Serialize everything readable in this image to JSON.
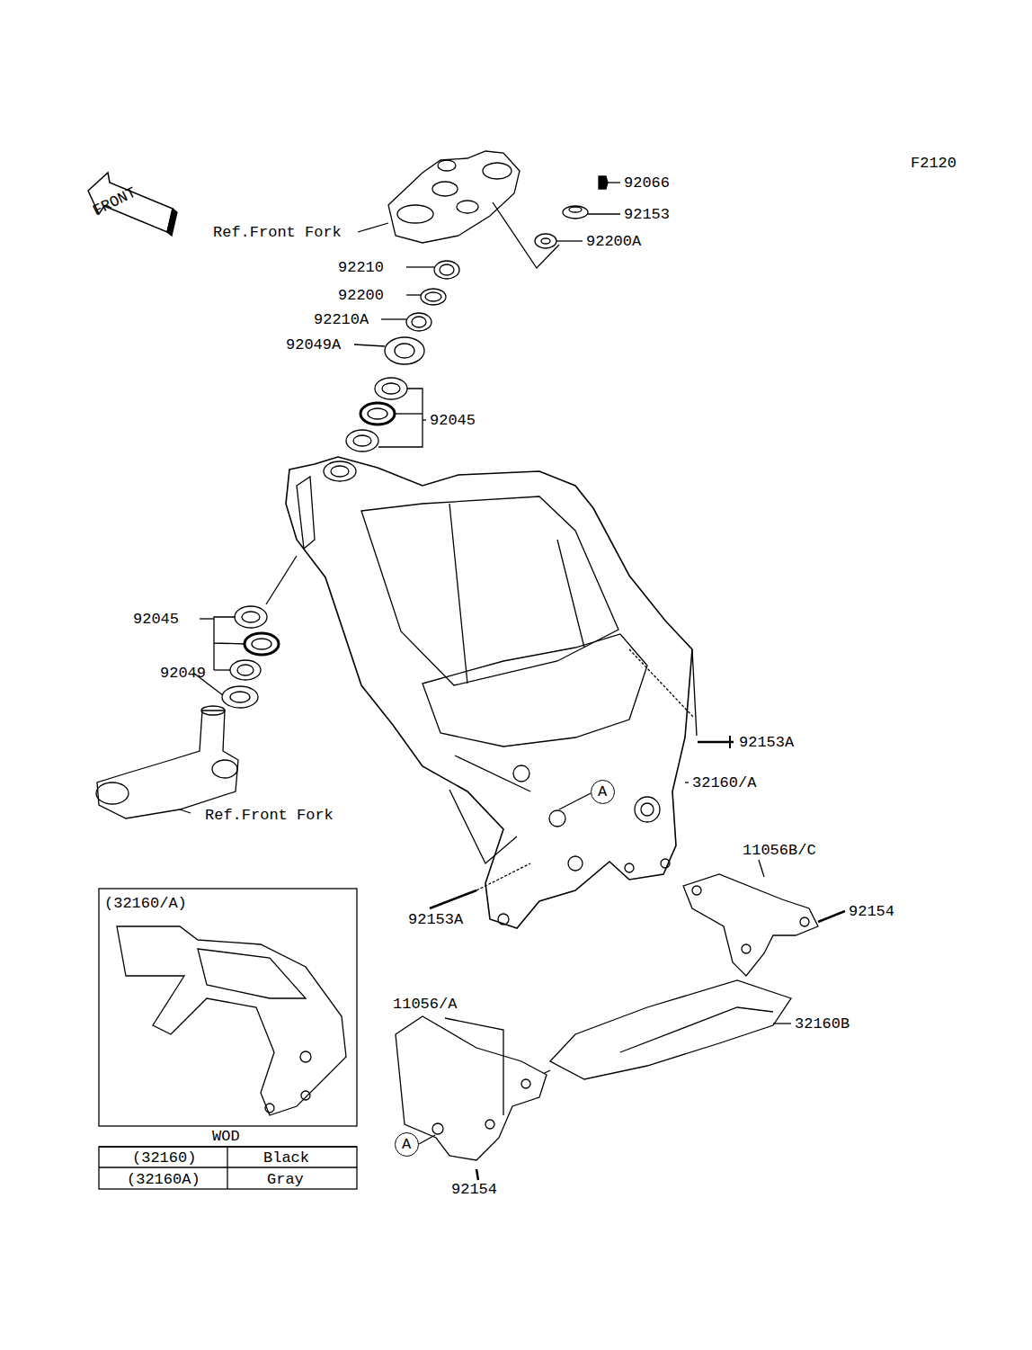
{
  "diagram": {
    "nodes": [
      {
        "text": [
          "A"
        ]
      },
      {
        "text": [
          "(32160/A)"
        ]
      },
      {
        "text": [
          "A"
        ]
      }
    ],
    "labels": [
      "F2120",
      "FRONT",
      "Ref.Front Fork",
      "92066",
      "92153",
      "92200A",
      "92210",
      "92200",
      "92210A",
      "92049A",
      "92045",
      "92045",
      "92049",
      "Ref.Front Fork",
      "92153A",
      "32160/A",
      "92153A",
      "11056B/C",
      "92154",
      "11056/A",
      "32160B",
      "92154",
      "WOD",
      "(32160)",
      "Black",
      "(32160A)",
      "Gray"
    ]
  }
}
